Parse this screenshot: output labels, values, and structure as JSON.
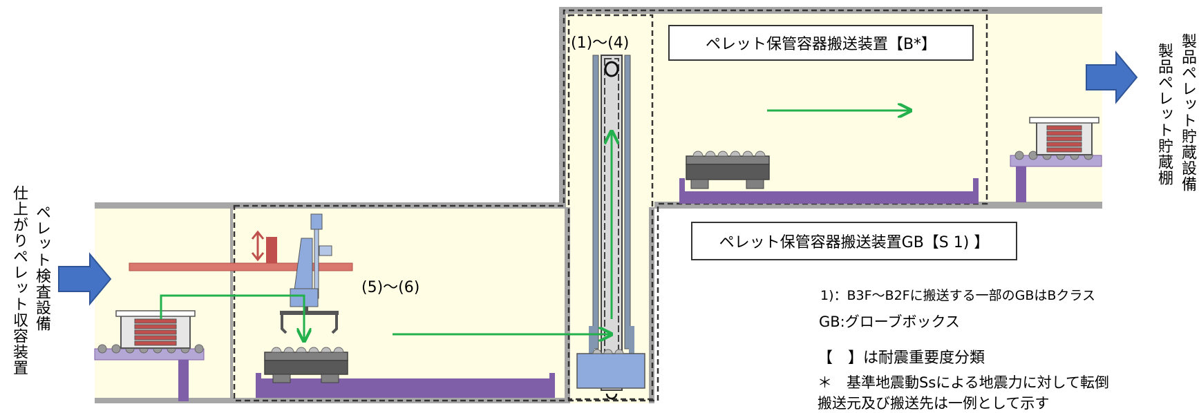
{
  "left_labels": {
    "device": "ペレット検査設備",
    "equipment": "仕上がりペレット収容装置"
  },
  "right_labels": {
    "facility": "製品ペレット貯蔵設備",
    "shelf": "製品ペレット貯蔵棚"
  },
  "step_labels": {
    "elevator_steps": "(1)～(4)",
    "lifter_steps": "(5)～(6)"
  },
  "box_labels": {
    "conveyor_b": "ペレット保管容器搬送装置【B*】",
    "conveyor_gb": "ペレット保管容器搬送装置GB【S 1) 】"
  },
  "notes": {
    "note_1": "1)：B3F～B2Fに搬送する一部のGBはBクラス",
    "note_gb": "GB:グローブボックス",
    "note_bracket": "【　】は耐震重要度分類",
    "note_star": "＊　基準地震動Ssによる地震力に対して転倒",
    "note_cut": "搬送元及び搬送先は一例として示す"
  },
  "colors": {
    "room_fill": "#fffde3",
    "wall": "#a6a6a6",
    "green_arrow": "#22b14c",
    "blue_arrow": "#4472c4",
    "purple": "#7f5fa8",
    "rail_red": "#d9776f"
  }
}
